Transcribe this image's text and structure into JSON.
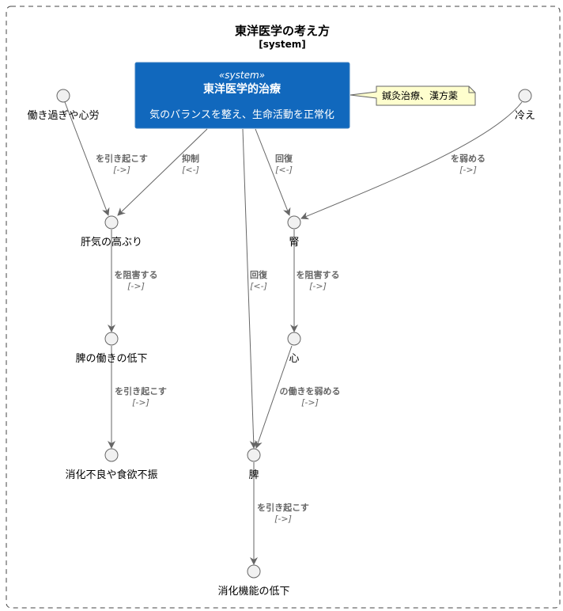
{
  "boundary": {
    "title": "東洋医学の考え方",
    "stereotype": "[system]"
  },
  "system": {
    "stereotype": "«system»",
    "name": "東洋医学的治療",
    "description": "気のバランスを整え、生命活動を正常化",
    "color": "#1168BD"
  },
  "note": {
    "text": "鍼灸治療、漢方薬"
  },
  "nodes": {
    "overwork": "働き過ぎや心労",
    "cold": "冷え",
    "liver_qi": "肝気の高ぶり",
    "kidney": "腎",
    "spleen_decline": "脾の働きの低下",
    "heart": "心",
    "indigestion": "消化不良や食欲不振",
    "spleen": "脾",
    "digestion_decline": "消化機能の低下"
  },
  "edges": {
    "e1": {
      "label": "を引き起こす",
      "tech": "[->]"
    },
    "e2": {
      "label": "抑制",
      "tech": "[<-]"
    },
    "e3": {
      "label": "回復",
      "tech": "[<-]"
    },
    "e4": {
      "label": "を弱める",
      "tech": "[->]"
    },
    "e5": {
      "label": "を阻害する",
      "tech": "[->]"
    },
    "e6": {
      "label": "回復",
      "tech": "[<-]"
    },
    "e7": {
      "label": "を阻害する",
      "tech": "[->]"
    },
    "e8": {
      "label": "を引き起こす",
      "tech": "[->]"
    },
    "e9": {
      "label": "の働きを弱める",
      "tech": "[->]"
    },
    "e10": {
      "label": "を引き起こす",
      "tech": "[->]"
    }
  },
  "colors": {
    "edge": "#666666",
    "node_fill": "#F1F1F1",
    "node_stroke": "#666666",
    "note_fill": "#FEFECE",
    "boundary_stroke": "#444444"
  }
}
